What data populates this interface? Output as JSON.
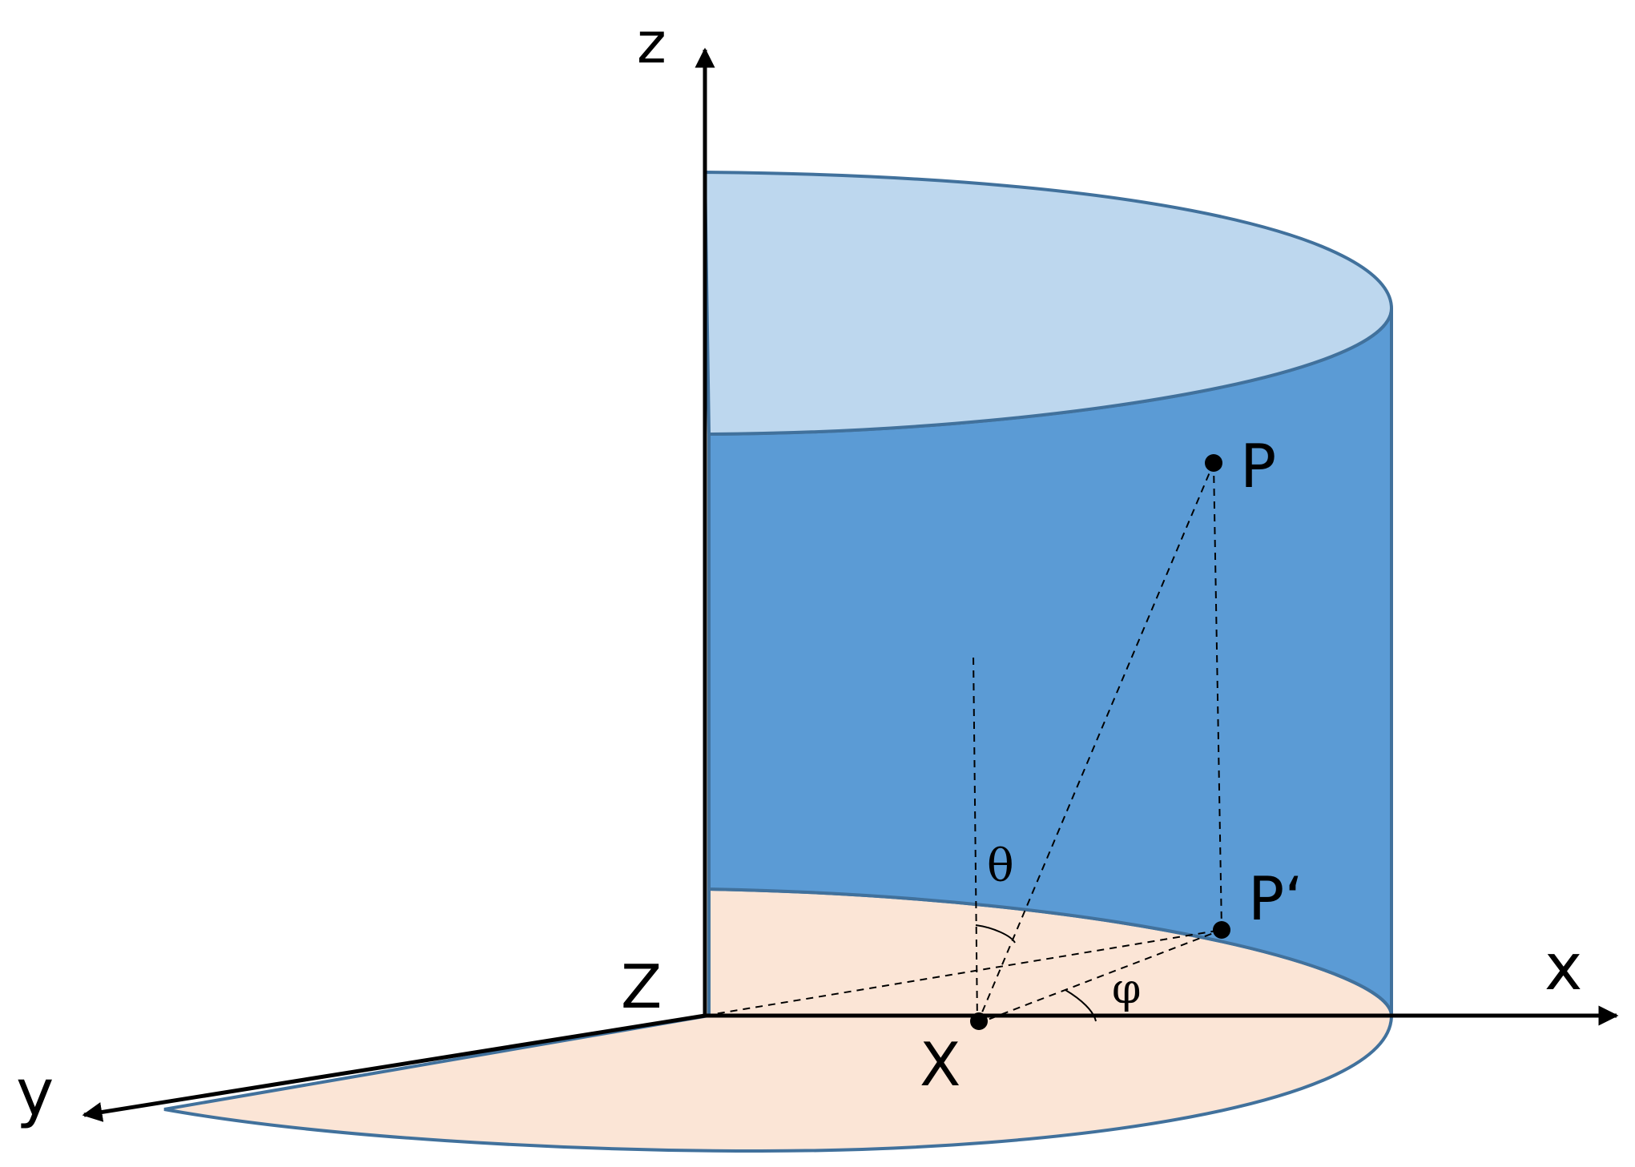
{
  "labels": {
    "axis_z": "z",
    "axis_x": "x",
    "axis_y": "y",
    "origin": "Z",
    "point_x": "X",
    "point_p": "P",
    "point_p_prime": "P‘",
    "angle_theta": "θ",
    "angle_phi": "φ"
  },
  "colors": {
    "top_face": "#BDD7EE",
    "side_face": "#5B9BD5",
    "bottom_face": "#FBE5D6",
    "outline": "#41719C",
    "ink": "#000000"
  }
}
